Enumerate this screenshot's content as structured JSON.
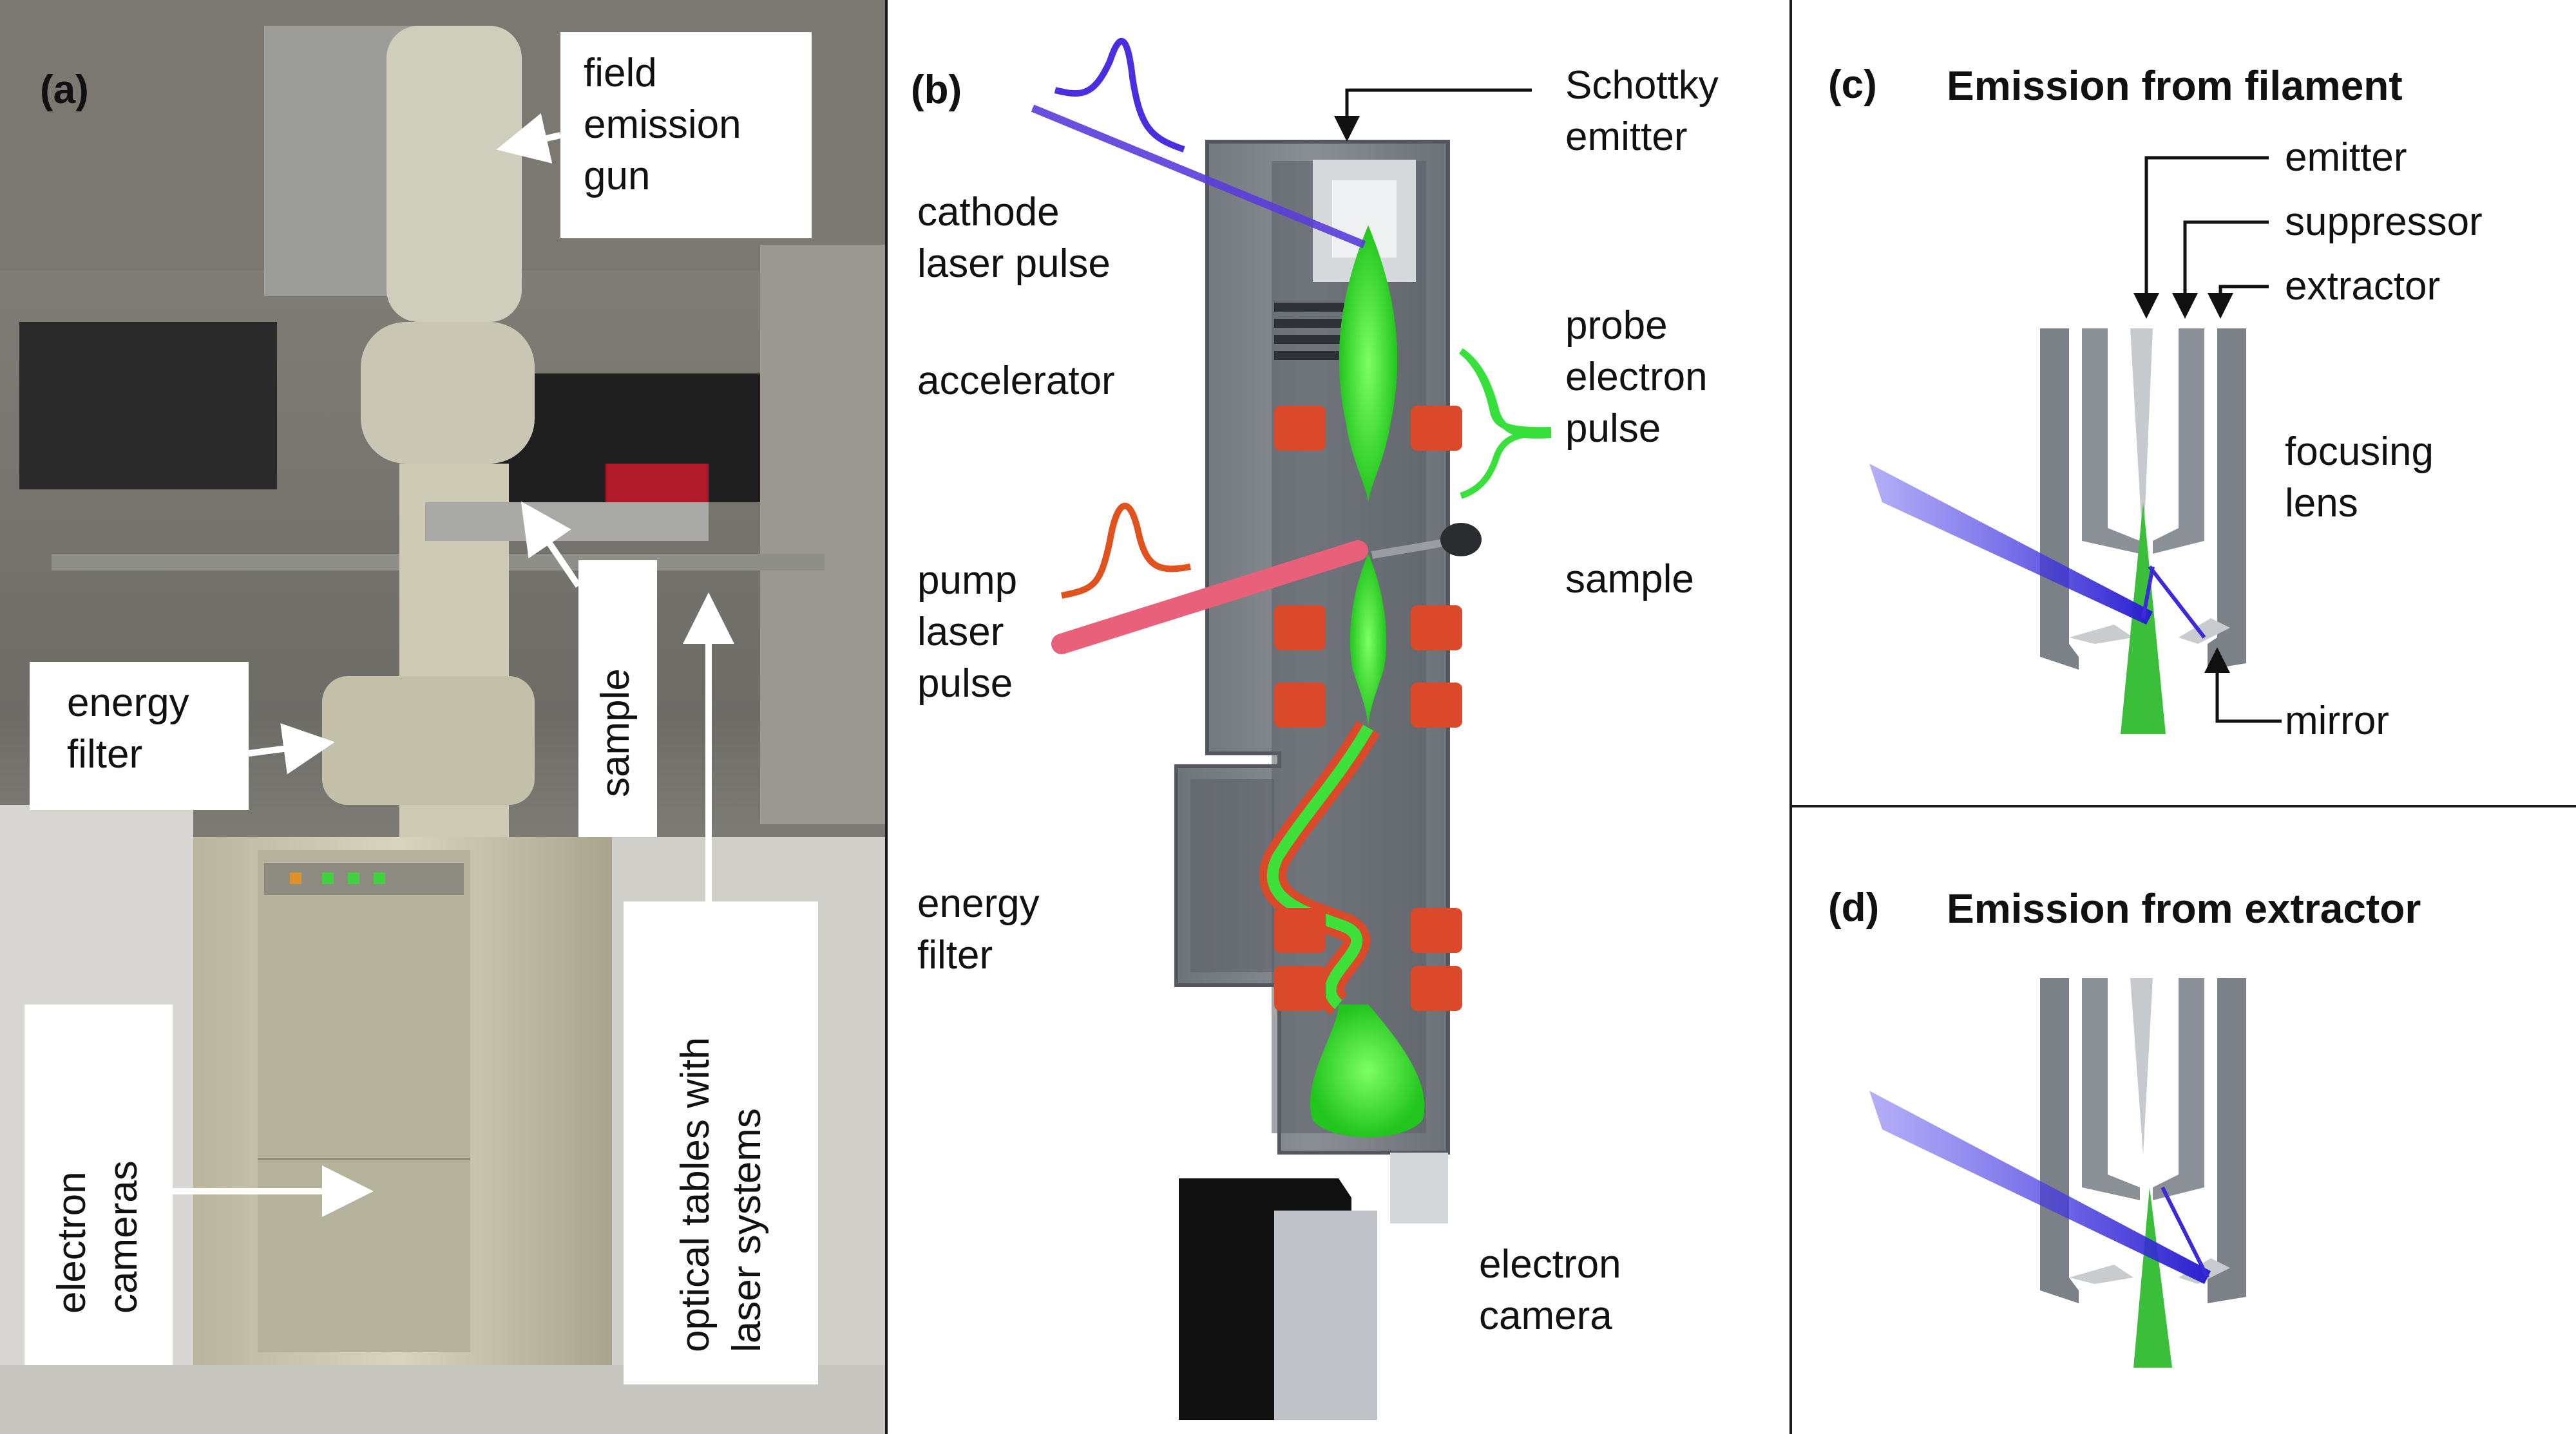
{
  "panels": {
    "a": {
      "label": "(a)",
      "labels": {
        "field_emission_gun": [
          "field",
          "emission",
          "gun"
        ],
        "energy_filter": [
          "energy",
          "filter"
        ],
        "sample": "sample",
        "electron_cameras": [
          "electron",
          "cameras"
        ],
        "optical_tables": [
          "optical tables with",
          "laser systems"
        ]
      }
    },
    "b": {
      "label": "(b)",
      "labels": {
        "schottky_emitter": [
          "Schottky",
          "emitter"
        ],
        "cathode_laser_pulse": [
          "cathode",
          "laser pulse"
        ],
        "accelerator": "accelerator",
        "probe_electron_pulse": [
          "probe",
          "electron",
          "pulse"
        ],
        "pump_laser_pulse": [
          "pump",
          "laser",
          "pulse"
        ],
        "sample": "sample",
        "energy_filter": [
          "energy",
          "filter"
        ],
        "electron_camera": [
          "electron",
          "camera"
        ]
      }
    },
    "c": {
      "label": "(c)",
      "title": "Emission from filament",
      "labels": {
        "emitter": "emitter",
        "suppressor": "suppressor",
        "extractor": "extractor",
        "focusing_lens": [
          "focusing",
          "lens"
        ],
        "mirror": "mirror"
      }
    },
    "d": {
      "label": "(d)",
      "title": "Emission from extractor"
    }
  },
  "colors": {
    "electron_beam": "#3ee03a",
    "cathode_laser": "#5a3ddb",
    "pump_laser": "#e8607a",
    "lens": "#d9492a",
    "column": "#7e8389",
    "probe_pulse_curve": "#37e03a",
    "pump_pulse_curve": "#e0521e"
  }
}
